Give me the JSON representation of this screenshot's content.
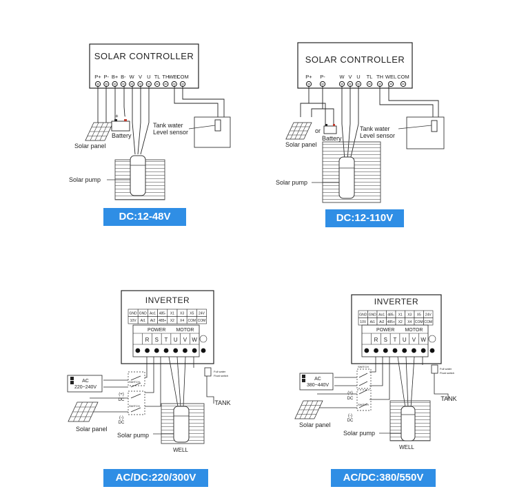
{
  "panels": [
    {
      "title": "SOLAR CONTROLLER",
      "terminals": [
        "P+",
        "P-",
        "B+",
        "B-",
        "W",
        "V",
        "U",
        "TL",
        "TH",
        "WEL",
        "COM"
      ],
      "labels": {
        "solar_panel": "Solar panel",
        "battery": "Battery",
        "pump": "Solar pump",
        "tank_sensor_1": "Tank water",
        "tank_sensor_2": "Level sensor",
        "battery_plus": "+",
        "battery_minus": "-"
      },
      "badge": "DC:12-48V"
    },
    {
      "title": "SOLAR CONTROLLER",
      "terminals": [
        "P+",
        "P-",
        "W",
        "V",
        "U",
        "TL",
        "TH",
        "WEL",
        "COM"
      ],
      "labels": {
        "solar_panel": "Solar panel",
        "battery": "Battery",
        "or": "or",
        "pump": "Solar pump",
        "tank_sensor_1": "Tank water",
        "tank_sensor_2": "Level sensor"
      },
      "badge": "DC:12-110V"
    },
    {
      "title": "INVERTER",
      "io_row1": [
        "GND",
        "GND",
        "Ao1",
        "485-",
        "X1",
        "X3",
        "X5",
        "24V"
      ],
      "io_row2": [
        "10V",
        "Ai1",
        "Ai2",
        "485+",
        "X2",
        "X4",
        "COM",
        "COM"
      ],
      "power_label": "POWER",
      "motor_label": "MOTOR",
      "power_terms": [
        "R",
        "S",
        "T"
      ],
      "motor_terms": [
        "U",
        "V",
        "W"
      ],
      "labels": {
        "ac_1": "AC",
        "ac_2": "220~240V",
        "dc_plus_1": "(+)",
        "dc_plus_2": "DC",
        "dc_minus_1": "(-)",
        "dc_minus_2": "DC",
        "switch_1": "SWITCH",
        "switch_2": "SWITCH",
        "solar_panel": "Solar panel",
        "pump": "Solar pump",
        "well": "WELL",
        "tank": "TANK",
        "float_1": "Full water",
        "float_2": "Float switch"
      },
      "badge": "AC/DC:220/300V"
    },
    {
      "title": "INVERTER",
      "io_row1": [
        "GND",
        "GND",
        "Ao1",
        "485-",
        "X1",
        "X3",
        "X5",
        "24V"
      ],
      "io_row2": [
        "10V",
        "Ai1",
        "Ai2",
        "485+",
        "X2",
        "X4",
        "COM",
        "COM"
      ],
      "power_label": "POWER",
      "motor_label": "MOTOR",
      "power_terms": [
        "R",
        "S",
        "T"
      ],
      "motor_terms": [
        "U",
        "V",
        "W"
      ],
      "labels": {
        "ac_1": "AC",
        "ac_2": "380~440V",
        "dc_plus_1": "(+)",
        "dc_plus_2": "DC",
        "dc_minus_1": "(-)",
        "dc_minus_2": "DC",
        "switch_1": "SWITCH",
        "switch_2": "SWITCH",
        "solar_panel": "Solar panel",
        "pump": "Solar pump",
        "well": "WELL",
        "tank": "TANK",
        "float_1": "Full water",
        "float_2": "Float switch"
      },
      "badge": "AC/DC:380/550V"
    }
  ],
  "colors": {
    "badge": "#2f8ee5",
    "line": "#333333",
    "terminal": "#111111"
  }
}
